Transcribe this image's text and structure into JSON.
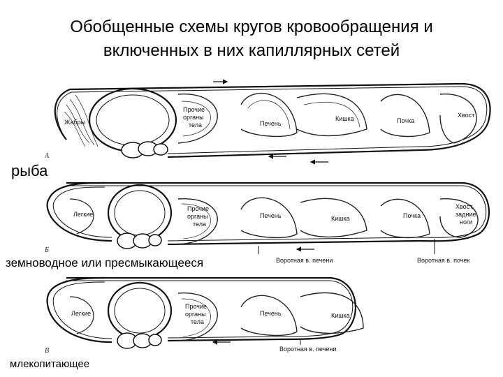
{
  "title": {
    "line1": "Обобщенные схемы кругов кровообращения и",
    "line2": "включенных в них капиллярных сетей"
  },
  "panels": [
    {
      "letter": "А",
      "caption": "рыба",
      "organs": [
        "Жабры",
        "Прочие",
        "органы",
        "тела",
        "Печень",
        "Кишка",
        "Почка",
        "Хвост"
      ]
    },
    {
      "letter": "Б",
      "caption": "земноводное или пресмыкающееся",
      "organs": [
        "Легкие",
        "Прочие",
        "органы",
        "тела",
        "Печень",
        "Кишка",
        "Почка",
        "Хвост,",
        "задние",
        "ноги"
      ],
      "veins": [
        "Воротная в. печени",
        "Воротная в. почек"
      ]
    },
    {
      "letter": "В",
      "caption": "млекопитающее",
      "organs": [
        "Легкие",
        "Прочие",
        "органы",
        "тела",
        "Печень",
        "Кишка"
      ],
      "veins": [
        "Воротная в. печени"
      ]
    }
  ]
}
